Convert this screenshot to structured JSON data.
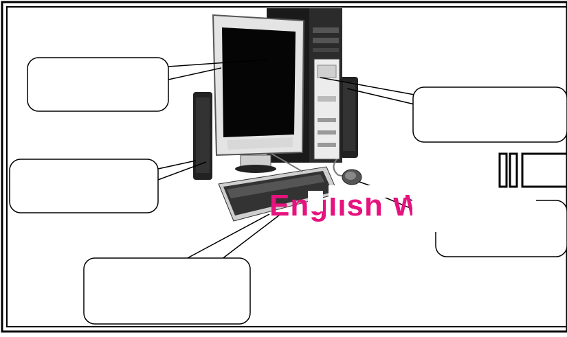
{
  "diagram": {
    "subject": "desktop-computer",
    "parts": [
      "monitor",
      "system-unit",
      "speaker",
      "keyboard",
      "mouse"
    ],
    "callout_labels": [
      "",
      "",
      "",
      "",
      ""
    ]
  },
  "watermark": {
    "text": "English Work",
    "color": "#e6127e"
  },
  "colors": {
    "frame": "#000000",
    "screen": "#000000",
    "case": "#e8e8e8"
  }
}
